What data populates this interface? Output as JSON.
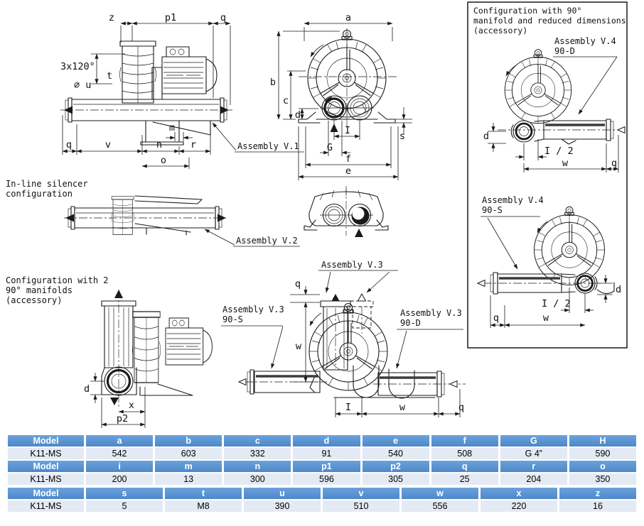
{
  "colors": {
    "line": "#1a1a1a",
    "table_header_bg": "#5b9bd5",
    "table_header_text": "#ffffff",
    "table_row_bg": "#e4eaf3",
    "table_row_text": "#000000"
  },
  "drawings": {
    "side": {
      "assembly": "Assembly V.1",
      "z": "z",
      "p1": "p1",
      "q_top": "q",
      "bolt": "3x120°",
      "t": "t",
      "u": "∅ u",
      "m": "m",
      "q_bot": "q",
      "v": "v",
      "n": "n",
      "r": "r",
      "o": "o"
    },
    "front": {
      "a": "a",
      "b": "b",
      "c": "c",
      "d": "d",
      "i": "I",
      "g": "G",
      "f": "f",
      "e": "e",
      "s": "s"
    },
    "inline": {
      "cap1": "In-line silencer",
      "cap2": "configuration",
      "assembly": "Assembly V.2"
    },
    "manifold": {
      "cap1": "Configuration with 2",
      "cap2": "90° manifolds",
      "cap3": "(accessory)",
      "d": "d",
      "x": "x",
      "p2": "p2"
    },
    "v3": {
      "top": "Assembly V.3",
      "left1": "Assembly V.3",
      "left2": "90-S",
      "right1": "Assembly V.3",
      "right2": "90-D",
      "q_top": "q",
      "w_left": "w",
      "i": "I",
      "w": "w",
      "q": "q"
    },
    "box": {
      "t1": "Configuration with 90°",
      "t2": "manifold and reduced dimensions",
      "t3": "(accessory)",
      "v4d": {
        "l1": "Assembly V.4",
        "l2": "90-D",
        "d": "d",
        "i2": "I / 2",
        "w": "w",
        "q": "q"
      },
      "v4s": {
        "l1": "Assembly V.4",
        "l2": "90-S",
        "d": "d",
        "i2": "I / 2",
        "w": "w",
        "q": "q"
      }
    }
  },
  "tables": [
    {
      "headers": [
        "Model",
        "a",
        "b",
        "c",
        "d",
        "e",
        "f",
        "G",
        "H"
      ],
      "row": [
        "K11-MS",
        "542",
        "603",
        "332",
        "91",
        "540",
        "508",
        "G 4”",
        "590"
      ]
    },
    {
      "headers": [
        "Model",
        "i",
        "m",
        "n",
        "p1",
        "p2",
        "q",
        "r",
        "o"
      ],
      "row": [
        "K11-MS",
        "200",
        "13",
        "300",
        "596",
        "305",
        "25",
        "204",
        "350"
      ]
    },
    {
      "headers": [
        "Model",
        "s",
        "t",
        "u",
        "v",
        "w",
        "x",
        "z"
      ],
      "row": [
        "K11-MS",
        "5",
        "M8",
        "390",
        "510",
        "556",
        "220",
        "16"
      ]
    }
  ]
}
